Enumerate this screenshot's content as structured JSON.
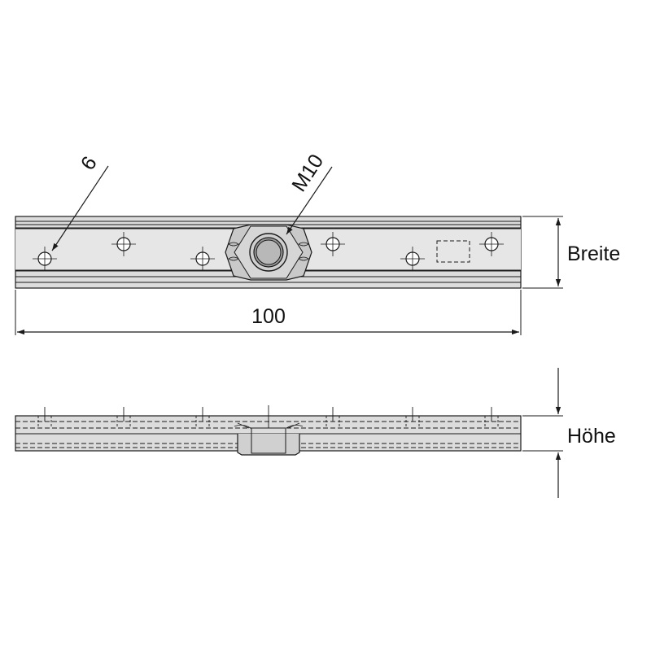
{
  "labels": {
    "hole_diameter": "6",
    "thread": "M10",
    "length": "100",
    "width": "Breite",
    "height": "Höhe"
  },
  "colors": {
    "part_fill": "#d9d9d9",
    "part_fill_light": "#ececec",
    "line": "#1a1a1a",
    "background": "#ffffff"
  },
  "icons": [
    "arrow-head",
    "centermark",
    "hex-nut"
  ]
}
